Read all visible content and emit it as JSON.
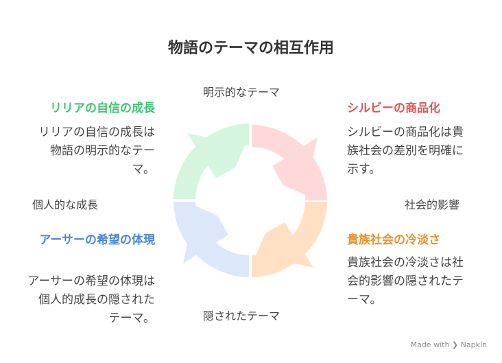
{
  "title": "物語のテーマの相互作用",
  "axes": {
    "top": "明示的なテーマ",
    "bottom": "隠されたテーマ",
    "left": "個人的な成長",
    "right": "社会的影響"
  },
  "quadrants": {
    "top_left": {
      "heading": "リリアの自信の成長",
      "body": "リリアの自信の成長は物語の明示的なテーマ。",
      "color": "#3fc472"
    },
    "top_right": {
      "heading": "シルビーの商品化",
      "body": "シルビーの商品化は貴族社会の差別を明確に示す。",
      "color": "#e35454"
    },
    "bottom_left": {
      "heading": "アーサーの希望の体現",
      "body": "アーサーの希望の体現は個人的成長の隠されたテーマ。",
      "color": "#4a86d8"
    },
    "bottom_right": {
      "heading": "貴族社会の冷淡さ",
      "body": "貴族社会の冷淡さは社会的影響の隠されたテーマ。",
      "color": "#e9912c"
    }
  },
  "segment_colors": {
    "green": "#d6f5df",
    "red": "#ffd9d9",
    "orange": "#ffe0c2",
    "blue": "#dce7f9"
  },
  "footer": {
    "made_with": "Made with",
    "brand": "Napkin"
  }
}
